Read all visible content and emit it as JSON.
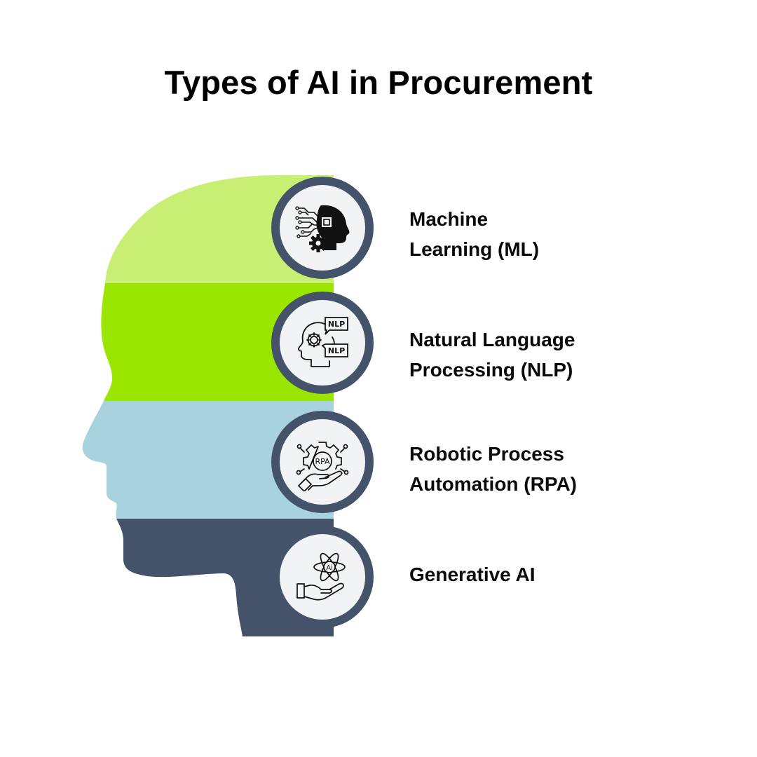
{
  "title": "Types of AI in Procurement",
  "colors": {
    "band_1": "#c8ef74",
    "band_2": "#9be600",
    "band_3": "#a9d2df",
    "band_4": "#44526a",
    "circle_border": "#44526a",
    "circle_fill": "#f2f3f5",
    "icon_stroke": "#111111",
    "text": "#0a0a0a"
  },
  "items": [
    {
      "icon": "ai-brain-circuit-gear-icon",
      "label_line_1": "Machine",
      "label_line_2": "Learning (ML)"
    },
    {
      "icon": "head-gear-nlp-speech-bubbles-icon",
      "label_line_1": "Natural Language",
      "label_line_2": "Processing (NLP)",
      "icon_text": "NLP"
    },
    {
      "icon": "hand-gear-rpa-icon",
      "label_line_1": "Robotic Process",
      "label_line_2": "Automation (RPA)",
      "icon_text": "RPA"
    },
    {
      "icon": "hand-atom-ai-icon",
      "label_line_1": "Generative AI",
      "icon_text": "Ai"
    }
  ]
}
